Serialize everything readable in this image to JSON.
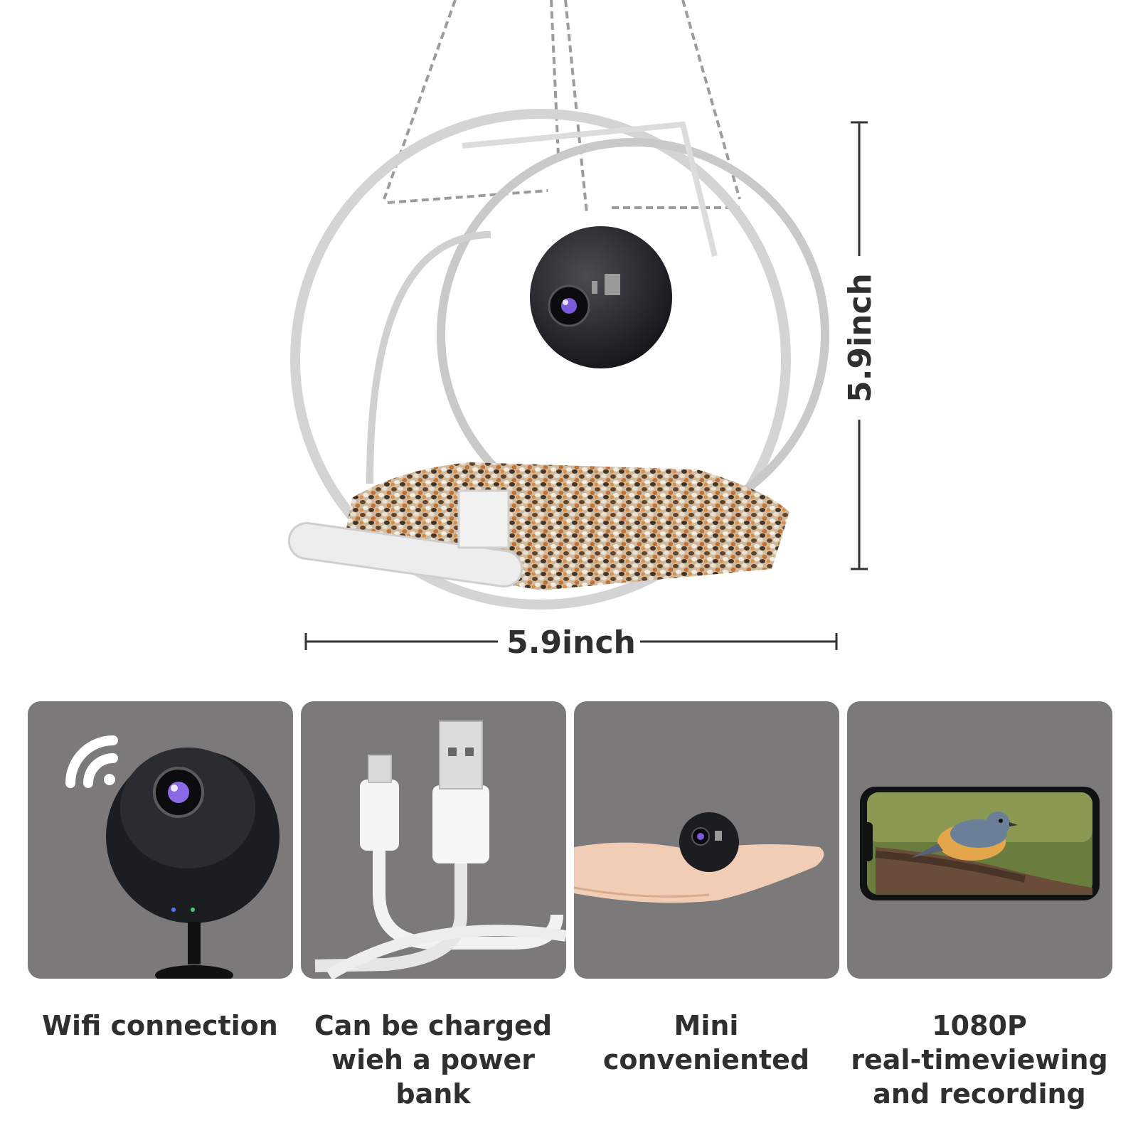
{
  "hero": {
    "height_label": "5.9inch",
    "width_label": "5.9inch"
  },
  "features": [
    {
      "icon": "wifi-camera-icon",
      "lines": [
        "Wifi connection"
      ]
    },
    {
      "icon": "usb-cable-icon",
      "lines": [
        "Can be charged",
        "wieh a power",
        "bank"
      ]
    },
    {
      "icon": "mini-camera-in-hand-icon",
      "lines": [
        "Mini",
        "conveniented"
      ]
    },
    {
      "icon": "phone-live-view-icon",
      "lines": [
        "1080P",
        "real-timeviewing",
        "and recording"
      ]
    }
  ],
  "colors": {
    "tile_background": "#7b7979",
    "text": "#2f2f2f",
    "camera_body": "#1c1d21"
  }
}
